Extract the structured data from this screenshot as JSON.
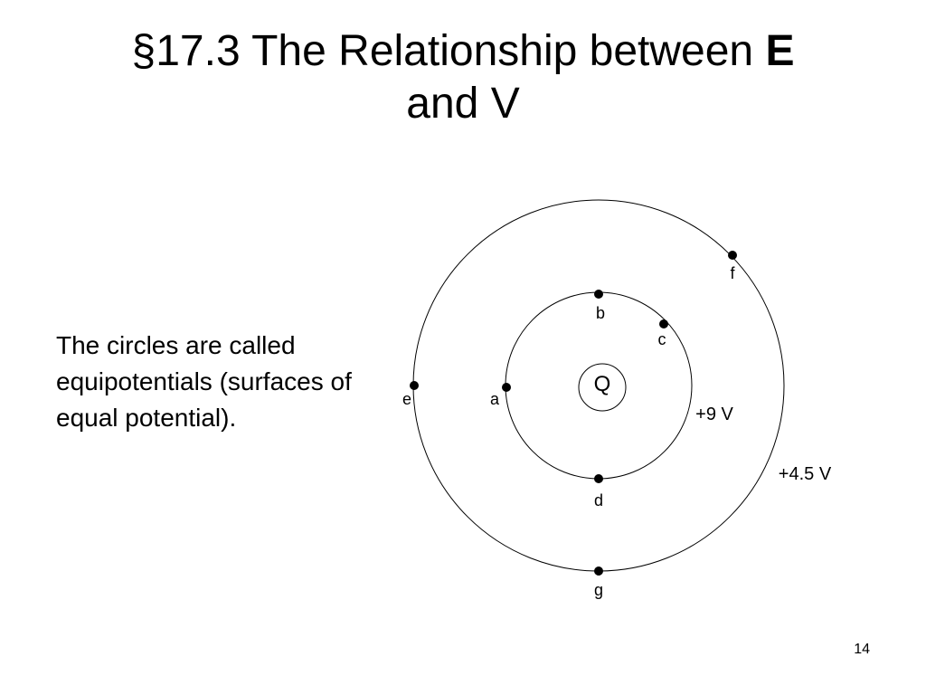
{
  "slide": {
    "title_part1": "§17.3 The Relationship between ",
    "title_bold": "E",
    "title_part2": "and V",
    "body_text": "The circles are called equipotentials (surfaces of equal potential).",
    "page_number": "14"
  },
  "diagram": {
    "charge_label": "Q",
    "inner_potential": "+9 V",
    "outer_potential": "+4.5 V",
    "points": [
      {
        "label": "a",
        "circle": "inner"
      },
      {
        "label": "b",
        "circle": "inner"
      },
      {
        "label": "c",
        "circle": "inner"
      },
      {
        "label": "d",
        "circle": "inner"
      },
      {
        "label": "e",
        "circle": "outer"
      },
      {
        "label": "f",
        "circle": "outer"
      },
      {
        "label": "g",
        "circle": "outer"
      }
    ]
  }
}
